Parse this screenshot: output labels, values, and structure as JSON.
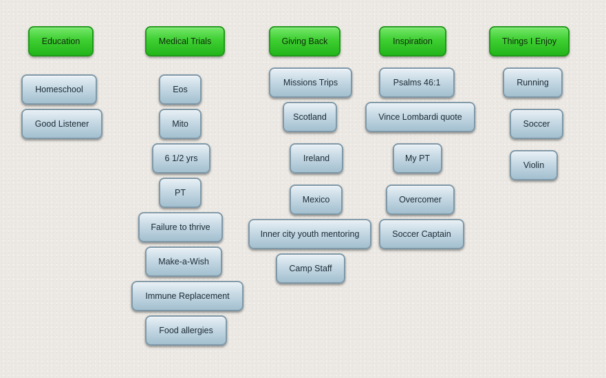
{
  "columns": [
    {
      "heading": "Education",
      "items": [
        "Homeschool",
        "Good Listener"
      ]
    },
    {
      "heading": "Medical Trials",
      "items": [
        "Eos",
        "Mito",
        "6 1/2 yrs",
        "PT",
        "Failure to thrive",
        "Make-a-Wish",
        "Immune Replacement",
        "Food allergies"
      ]
    },
    {
      "heading": "Giving Back",
      "items": [
        "Missions Trips",
        "Scotland",
        "Ireland",
        "Mexico",
        "Inner city youth mentoring",
        "Camp Staff"
      ]
    },
    {
      "heading": "Inspiration",
      "items": [
        "Psalms 46:1",
        "Vince Lombardi quote",
        "My PT",
        "Overcomer",
        "Soccer Captain"
      ]
    },
    {
      "heading": "Things I Enjoy",
      "items": [
        "Running",
        "Soccer",
        "Violin"
      ]
    }
  ],
  "colors": {
    "heading_green": "#3fcf32",
    "item_blue": "#b6cdd9",
    "background": "#ece9e4"
  }
}
